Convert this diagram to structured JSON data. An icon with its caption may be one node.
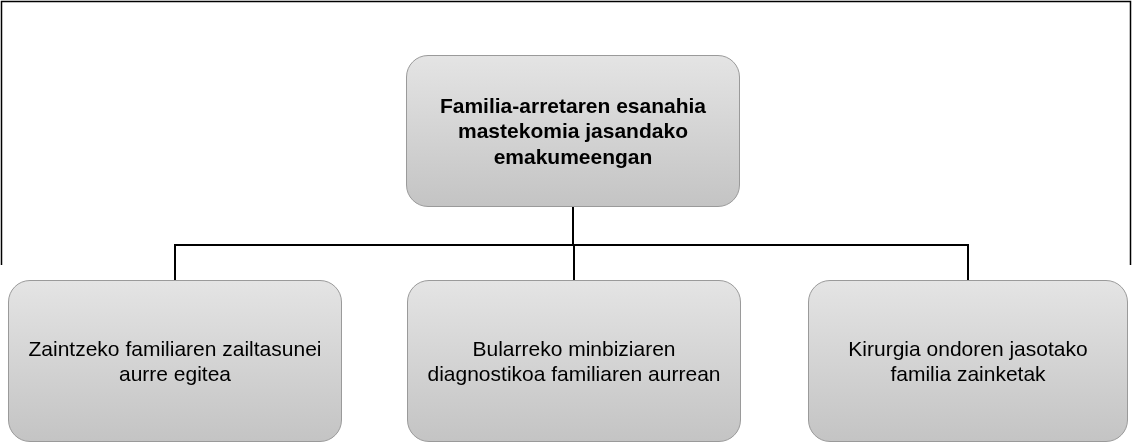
{
  "diagram": {
    "nodes": [
      {
        "text": [
          "Familia-arretaren esanahia mastekomia jasandako emakumeengan"
        ]
      },
      {
        "text": [
          "Zaintzeko familiaren zailtasunei aurre egitea"
        ]
      },
      {
        "text": [
          "Bularreko minbiziaren diagnostikoa familiaren aurrean"
        ]
      },
      {
        "text": [
          "Kirurgia ondoren jasotako familia zainketak"
        ]
      }
    ],
    "edges": [
      {
        "from": 0,
        "to": 1,
        "arrow": "none"
      },
      {
        "from": 0,
        "to": 2,
        "arrow": "none"
      },
      {
        "from": 0,
        "to": 3,
        "arrow": "none"
      }
    ]
  }
}
